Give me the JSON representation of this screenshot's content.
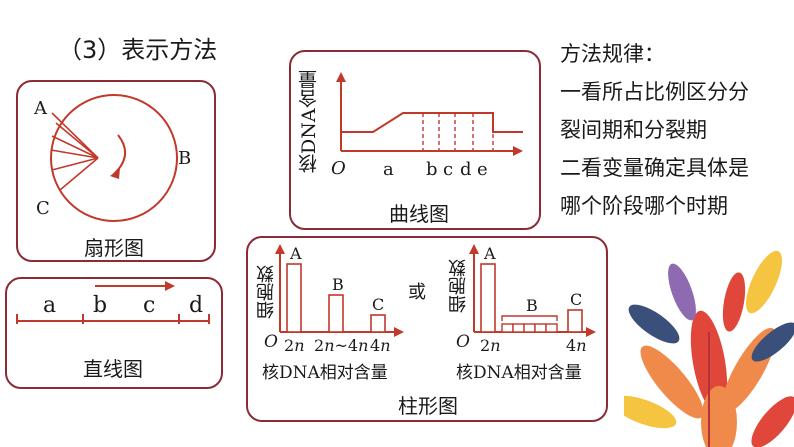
{
  "heading": "（3）表示方法",
  "sector": {
    "caption": "扇形图",
    "label_a": "A",
    "label_b": "B",
    "label_c": "C"
  },
  "line": {
    "caption": "直线图",
    "labels": [
      "a",
      "b",
      "c",
      "d"
    ]
  },
  "curve": {
    "caption": "曲线图",
    "ylabel": "核DNA含量",
    "origin": "O",
    "xlabels": [
      "a",
      "b",
      "c",
      "d",
      "e"
    ]
  },
  "bars": {
    "caption": "柱形图",
    "connector": "或",
    "left": {
      "ylabel": "细胞数",
      "xlabel": "核DNA相对含量",
      "origin": "O",
      "bar_labels": [
        "A",
        "B",
        "C"
      ],
      "ticks": [
        "2n",
        "2n~4n",
        "4n"
      ]
    },
    "right": {
      "ylabel": "细胞数",
      "xlabel": "核DNA相对含量",
      "origin": "O",
      "bar_labels": [
        "A",
        "B",
        "C"
      ],
      "ticks": [
        "2n",
        "4n"
      ]
    }
  },
  "rules": {
    "title": "方法规律：",
    "lines": [
      "一看所占比例区分分",
      "裂间期和分裂期",
      "二看变量确定具体是",
      "哪个阶段哪个时期"
    ]
  },
  "colors": {
    "border": "#8a2b36",
    "arrow": "#c0392b",
    "decor_orange": "#f08a4b",
    "decor_red": "#e0463a",
    "decor_yellow": "#f5c542",
    "decor_blue": "#3a4f7a"
  }
}
